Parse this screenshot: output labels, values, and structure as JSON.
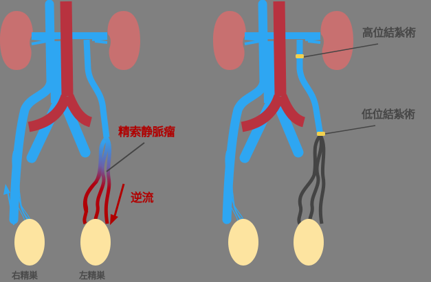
{
  "title": "Varicocele and ligation surgery diagram",
  "colors": {
    "background": "#808080",
    "kidney": "#c87070",
    "vein": "#2ea6f2",
    "artery": "#b8323f",
    "varicocele": "#b00000",
    "ligated_veins": "#444444",
    "testis": "#fde4a0",
    "ligation_band": "#f0d050",
    "label_red": "#b00000",
    "label_gray": "#474747"
  },
  "left_panel": {
    "name": "varicocele",
    "labels": {
      "varicocele": "精索静脈瘤",
      "reflux": "逆流",
      "right_testis": "右精巣",
      "left_testis": "左精巣"
    }
  },
  "right_panel": {
    "name": "ligation-surgery",
    "labels": {
      "high_ligation": "高位結紮術",
      "low_ligation": "低位結紮術"
    }
  }
}
